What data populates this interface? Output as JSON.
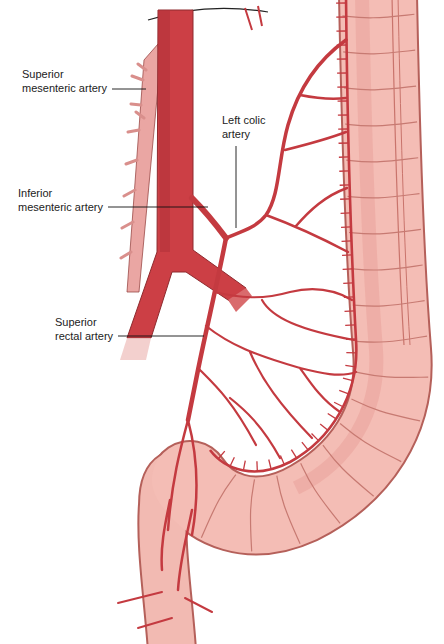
{
  "diagram": {
    "labels": [
      "Superior mesenteric artery",
      "Left colic artery",
      "Inferior mesenteric artery",
      "Superior rectal artery"
    ]
  }
}
